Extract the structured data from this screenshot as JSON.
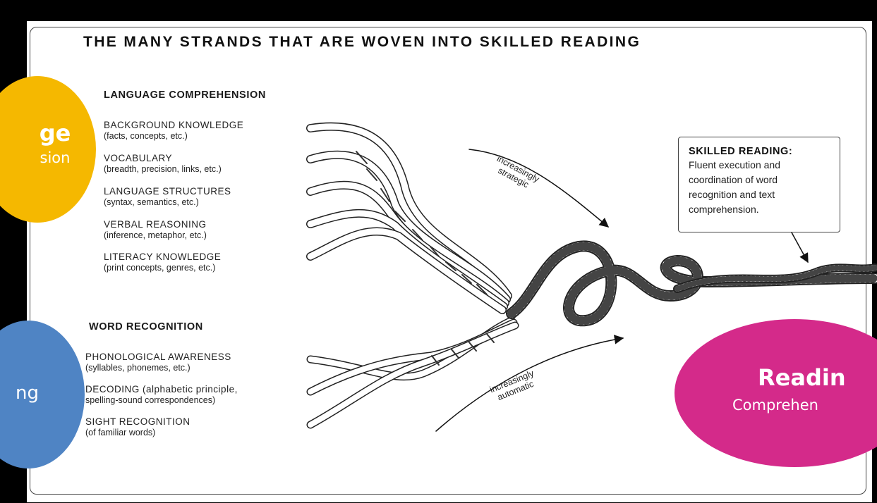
{
  "title": "THE MANY STRANDS THAT ARE WOVEN INTO SKILLED READING",
  "language_comprehension": {
    "heading": "LANGUAGE COMPREHENSION",
    "strands": [
      {
        "label": "BACKGROUND KNOWLEDGE",
        "detail": "(facts, concepts, etc.)"
      },
      {
        "label": "VOCABULARY",
        "detail": "(breadth, precision, links, etc.)"
      },
      {
        "label": "LANGUAGE STRUCTURES",
        "detail": "(syntax, semantics, etc.)"
      },
      {
        "label": "VERBAL REASONING",
        "detail": "(inference, metaphor, etc.)"
      },
      {
        "label": "LITERACY KNOWLEDGE",
        "detail": "(print concepts, genres, etc.)"
      }
    ]
  },
  "word_recognition": {
    "heading": "WORD RECOGNITION",
    "strands": [
      {
        "label": "PHONOLOGICAL AWARENESS",
        "detail": "(syllables, phonemes, etc.)"
      },
      {
        "label": "DECODING (alphabetic principle,",
        "detail": "spelling-sound correspondences)"
      },
      {
        "label": "SIGHT RECOGNITION",
        "detail": "(of familiar words)"
      }
    ]
  },
  "arrows": {
    "strategic": [
      "increasingly",
      "strategic"
    ],
    "automatic": [
      "increasingly",
      "automatic"
    ]
  },
  "skilled_reading": {
    "heading": "SKILLED READING:",
    "lines": [
      "Fluent execution and",
      "coordination of word",
      "recognition and text",
      "comprehension."
    ]
  },
  "bubbles": {
    "language": {
      "big": "ge",
      "small": "sion",
      "color": "#f5b800"
    },
    "word": {
      "big": "ng",
      "color": "#4f84c4"
    },
    "reading": {
      "big": "Readin",
      "small": "Comprehen",
      "color": "#d42a8a"
    }
  }
}
